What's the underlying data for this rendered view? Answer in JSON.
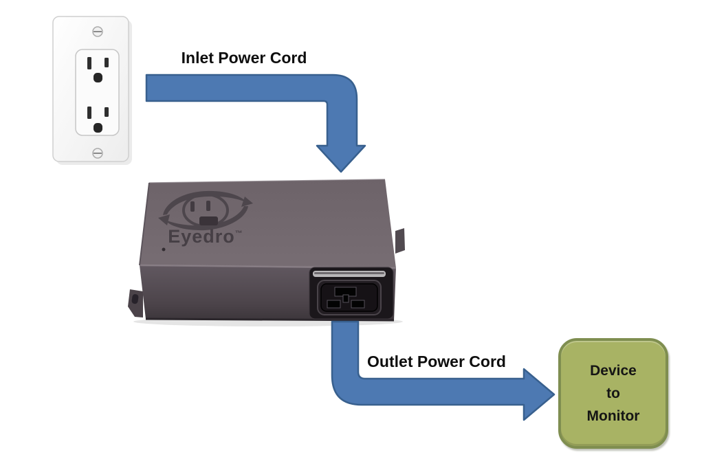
{
  "labels": {
    "inlet_power_cord": "Inlet Power Cord",
    "outlet_power_cord": "Outlet Power Cord"
  },
  "device_box": {
    "lines": [
      "Device",
      "to",
      "Monitor"
    ],
    "fill": "#a8b364",
    "border": "#7f8e50",
    "text_color": "#151515"
  },
  "monitor": {
    "brand": "Eyedro",
    "trademark": "™"
  },
  "colors": {
    "arrow_fill": "#4d79b2",
    "arrow_stroke": "#38608e",
    "background": "#ffffff",
    "device_top": "#6f656b",
    "device_front": "#554d53",
    "socket_black": "#1b171b",
    "outlet_plate": "#fdfdfd"
  },
  "icons": {
    "wall_outlet": "duplex-wall-outlet",
    "inlet_arrow": "elbow-arrow-down",
    "outlet_arrow": "elbow-arrow-right",
    "monitor_device": "eyedro-power-monitor",
    "device_socket": "c19-power-socket",
    "logo": "eyedro-eye-outlet-logo"
  }
}
